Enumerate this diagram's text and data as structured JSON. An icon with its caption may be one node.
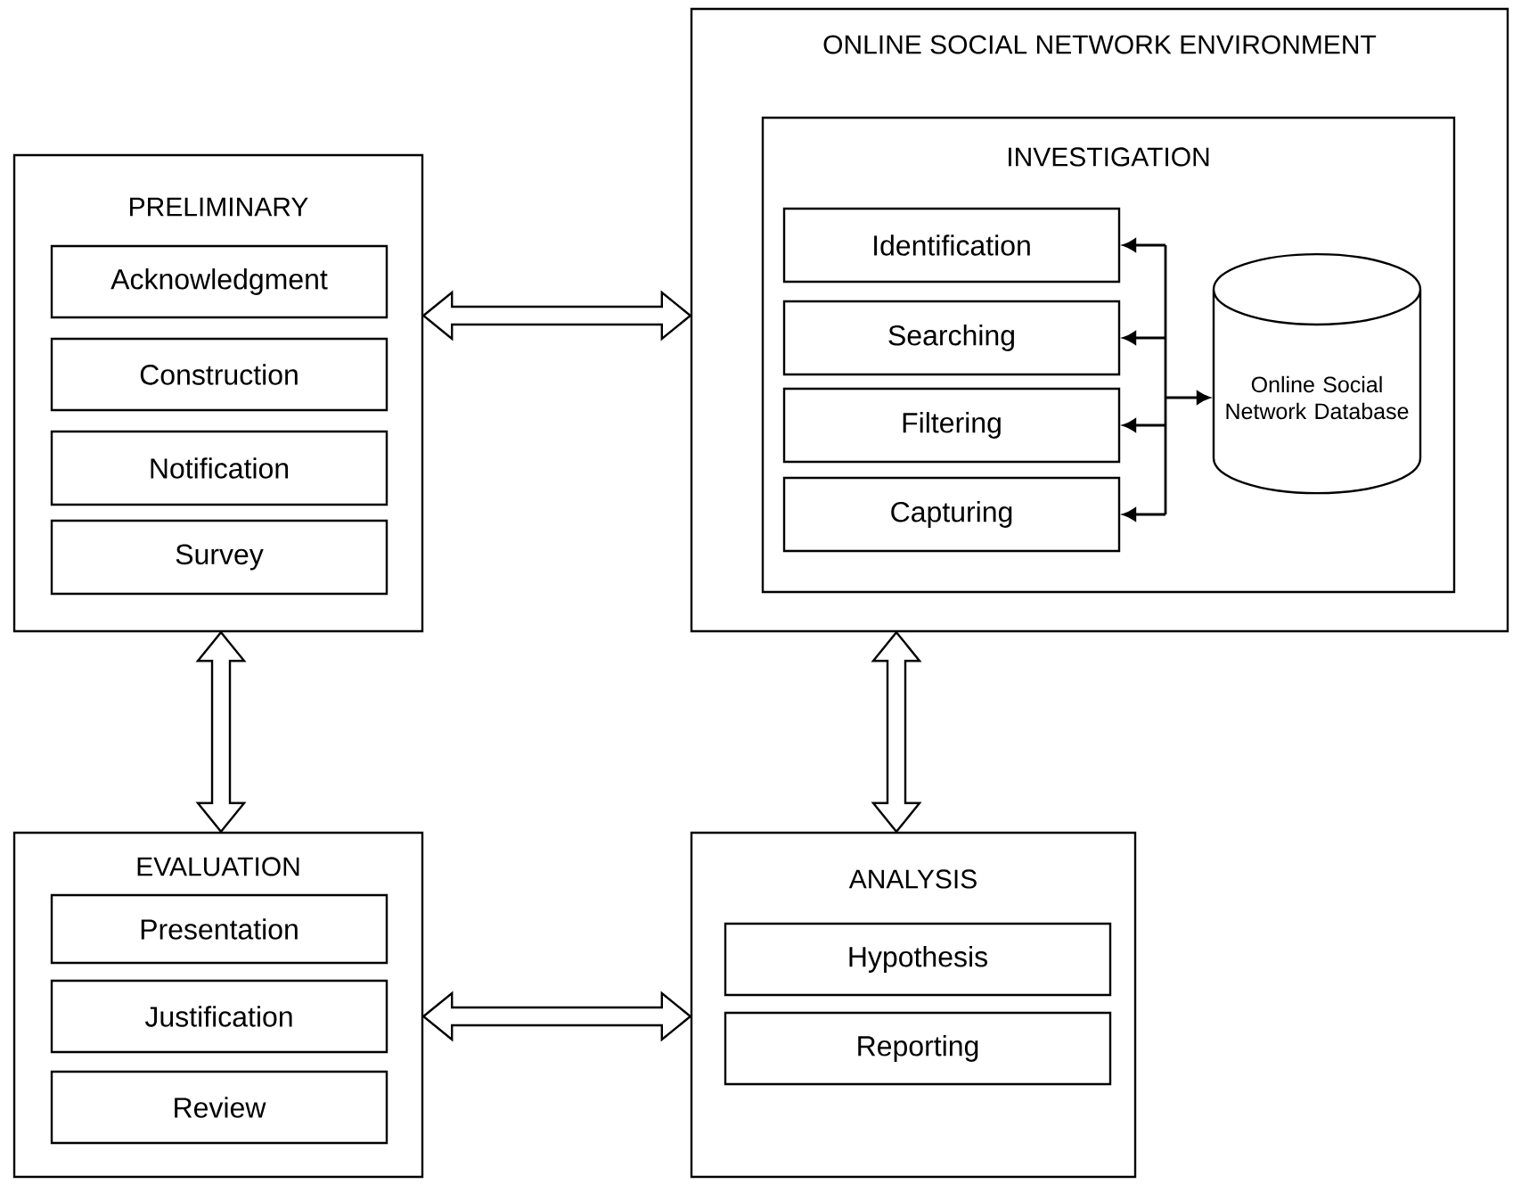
{
  "diagram": {
    "nodes": [
      {
        "text": [
          "PRELIMINARY"
        ]
      },
      {
        "text": [
          "Acknowledgment"
        ],
        "in": 0
      },
      {
        "text": [
          "Construction"
        ],
        "in": 0
      },
      {
        "text": [
          "Notification"
        ],
        "in": 0
      },
      {
        "text": [
          "Survey"
        ],
        "in": 0
      },
      {
        "text": [
          "ONLINE SOCIAL NETWORK ENVIRONMENT"
        ]
      },
      {
        "text": [
          "INVESTIGATION"
        ],
        "in": 5
      },
      {
        "text": [
          "Identification"
        ],
        "in": 6
      },
      {
        "text": [
          "Searching"
        ],
        "in": 6
      },
      {
        "text": [
          "Filtering"
        ],
        "in": 6
      },
      {
        "text": [
          "Capturing"
        ],
        "in": 6
      },
      {
        "text": [
          "Online Social Network Database"
        ],
        "in": 6
      },
      {
        "text": [
          "EVALUATION"
        ]
      },
      {
        "text": [
          "Presentation"
        ],
        "in": 12
      },
      {
        "text": [
          "Justification"
        ],
        "in": 12
      },
      {
        "text": [
          "Review"
        ],
        "in": 12
      },
      {
        "text": [
          "ANALYSIS"
        ]
      },
      {
        "text": [
          "Hypothesis"
        ],
        "in": 16
      },
      {
        "text": [
          "Reporting"
        ],
        "in": 16
      }
    ],
    "edges": [
      {
        "from": 0,
        "to": 5,
        "arrow": "both",
        "style": "thick"
      },
      {
        "from": 0,
        "to": 12,
        "arrow": "both",
        "style": "thick"
      },
      {
        "from": 5,
        "to": 16,
        "arrow": "both",
        "style": "thick"
      },
      {
        "from": 12,
        "to": 16,
        "arrow": "both",
        "style": "thick"
      },
      {
        "from": 11,
        "to": 7,
        "arrow": "both"
      },
      {
        "from": 11,
        "to": 8,
        "arrow": "both"
      },
      {
        "from": 11,
        "to": 9,
        "arrow": "both"
      },
      {
        "from": 11,
        "to": 10,
        "arrow": "both"
      }
    ]
  }
}
